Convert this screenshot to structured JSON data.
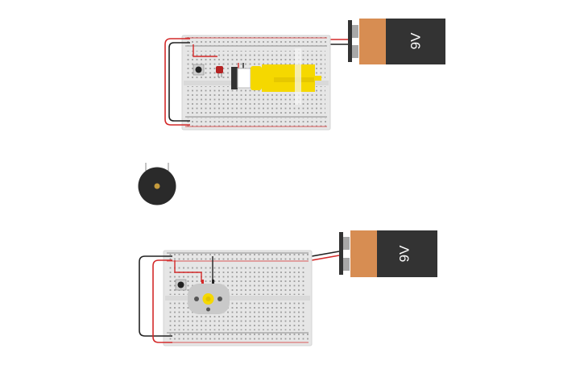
{
  "circuit_1": {
    "battery": {
      "label": "9V"
    },
    "components": [
      "breadboard",
      "pushbutton",
      "red-led",
      "dc-gear-motor",
      "9v-battery"
    ]
  },
  "circuit_2": {
    "battery": {
      "label": "9V"
    },
    "components": [
      "breadboard",
      "pushbutton",
      "dc-motor",
      "9v-battery"
    ]
  },
  "standalone": {
    "components": [
      "piezo-buzzer"
    ]
  },
  "colors": {
    "wire_red": "#d42a2a",
    "wire_black": "#222222",
    "breadboard": "#e9e9e9",
    "battery_body": "#333333",
    "battery_cap": "#d78d52",
    "motor_yellow": "#f5d800"
  }
}
